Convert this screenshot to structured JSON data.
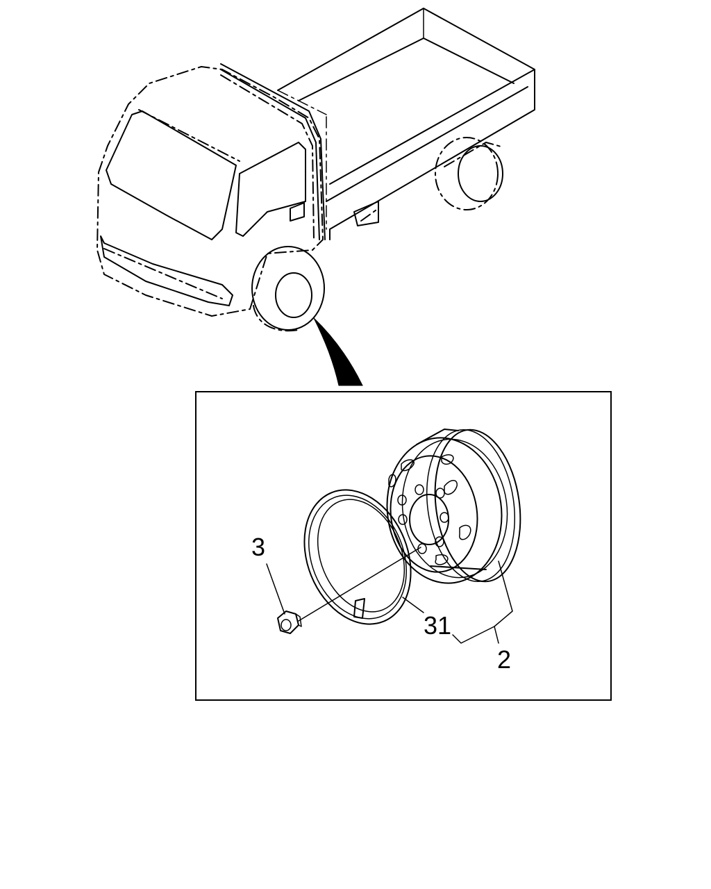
{
  "diagram": {
    "callouts": {
      "nut": "3",
      "ring": "31",
      "wheel": "2"
    },
    "colors": {
      "line": "#000000",
      "background": "#ffffff"
    }
  }
}
